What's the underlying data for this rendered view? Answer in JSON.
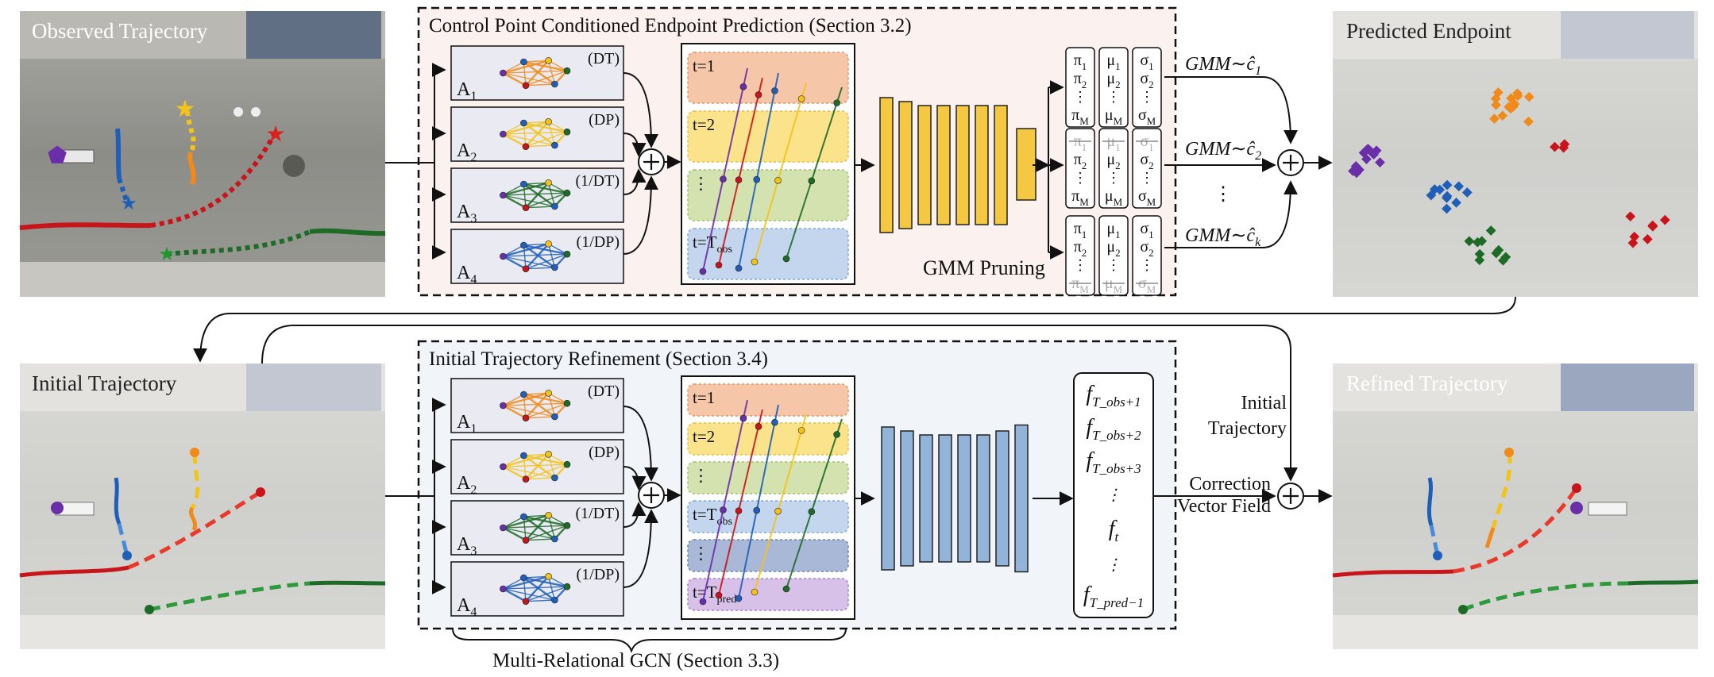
{
  "panels": {
    "observed_title": "Observed Trajectory",
    "predicted_title": "Predicted Endpoint",
    "initial_title": "Initial Trajectory",
    "refined_title": "Refined Trajectory"
  },
  "top_section": {
    "title": "Control Point Conditioned Endpoint Prediction (Section 3.2)",
    "gmm_pruning": "GMM Pruning",
    "gmm_labels": [
      "GMM∼ĉ",
      "GMM∼ĉ",
      "GMM∼ĉ"
    ],
    "gmm_subs": [
      "1",
      "2",
      "k"
    ],
    "dots": "⋮"
  },
  "bottom_section": {
    "title": "Initial Trajectory Refinement (Section 3.4)",
    "gcn_label": "Multi-Relational GCN (Section 3.3)",
    "initial_traj_label": [
      "Initial",
      "Trajectory"
    ],
    "correction_label": [
      "Correction",
      "Vector Field"
    ]
  },
  "adjacency": {
    "names": [
      "A",
      "A",
      "A",
      "A"
    ],
    "subs": [
      "1",
      "2",
      "3",
      "4"
    ],
    "tags": [
      "(DT)",
      "(DP)",
      "(1/DT)",
      "(1/DP)"
    ]
  },
  "timesteps": {
    "top": [
      "t=1",
      "t=2",
      "⋮",
      "t=T"
    ],
    "top_subs": [
      "",
      "",
      "",
      "obs"
    ],
    "bottom": [
      "t=1",
      "t=2",
      "⋮",
      "t=T",
      "⋮",
      "t=T"
    ],
    "bottom_subs": [
      "",
      "",
      "",
      "obs",
      "",
      "pred"
    ]
  },
  "gmm_columns": {
    "pi": [
      "π",
      "π",
      "⋮",
      "π"
    ],
    "pi_subs": [
      "1",
      "2",
      "",
      "M"
    ],
    "mu": [
      "μ",
      "μ",
      "⋮",
      "μ"
    ],
    "mu_subs": [
      "1",
      "2",
      "",
      "M"
    ],
    "sigma": [
      "σ",
      "σ",
      "⋮",
      "σ"
    ],
    "sigma_subs": [
      "1",
      "2",
      "",
      "M"
    ]
  },
  "output_features": {
    "items": [
      "f",
      "f",
      "f",
      "⋮",
      "f",
      "⋮",
      "f"
    ],
    "subs": [
      "T_obs+1",
      "T_obs+2",
      "T_obs+3",
      "",
      "t",
      "",
      "T_pred−1"
    ]
  },
  "colors": {
    "purple": "#6a2fa8",
    "blue": "#1f5fb8",
    "yellow": "#f2c318",
    "orange": "#f08a1a",
    "red": "#c8151b",
    "green": "#1e6b27",
    "bar_yellow": "#f5c842",
    "bar_blue": "#93b4d9"
  },
  "icons": [
    "plus-circle-icon",
    "arrow-icon"
  ]
}
